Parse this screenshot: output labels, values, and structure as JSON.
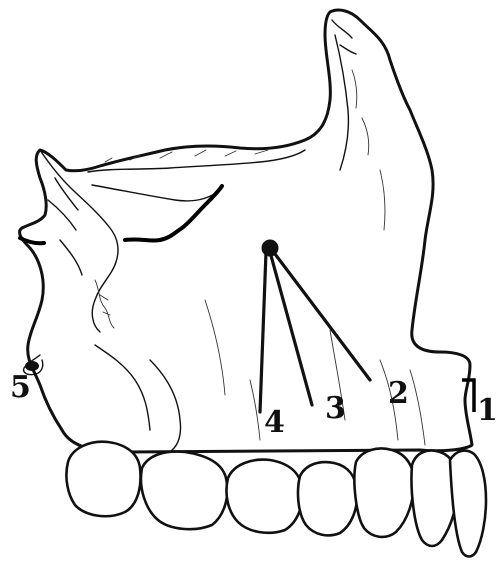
{
  "labels": {
    "l1": "1",
    "l2": "2",
    "l3": "3",
    "l4": "4",
    "l5": "5"
  },
  "colors": {
    "line": "#111111",
    "background": "#ffffff"
  }
}
